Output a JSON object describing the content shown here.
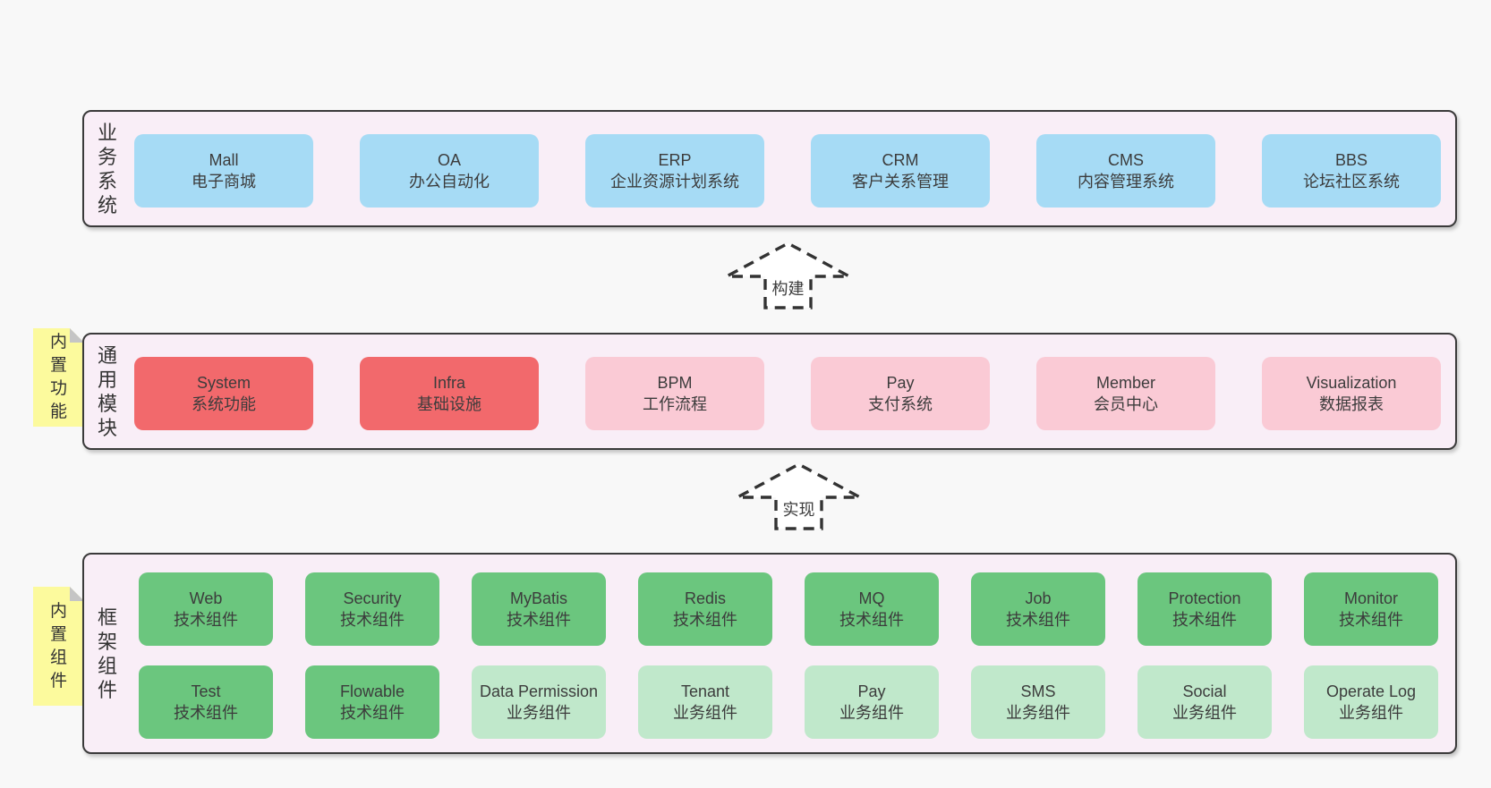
{
  "diagram": {
    "bands": [
      {
        "label": "业务系统",
        "sticky": null,
        "rows": [
          [
            {
              "name": "Mall",
              "desc": "电子商城",
              "variant": "blue"
            },
            {
              "name": "OA",
              "desc": "办公自动化",
              "variant": "blue"
            },
            {
              "name": "ERP",
              "desc": "企业资源计划系统",
              "variant": "blue"
            },
            {
              "name": "CRM",
              "desc": "客户关系管理",
              "variant": "blue"
            },
            {
              "name": "CMS",
              "desc": "内容管理系统",
              "variant": "blue"
            },
            {
              "name": "BBS",
              "desc": "论坛社区系统",
              "variant": "blue"
            }
          ]
        ]
      },
      {
        "label": "通用模块",
        "sticky": "内置功能",
        "rows": [
          [
            {
              "name": "System",
              "desc": "系统功能",
              "variant": "red"
            },
            {
              "name": "Infra",
              "desc": "基础设施",
              "variant": "red"
            },
            {
              "name": "BPM",
              "desc": "工作流程",
              "variant": "pink"
            },
            {
              "name": "Pay",
              "desc": "支付系统",
              "variant": "pink"
            },
            {
              "name": "Member",
              "desc": "会员中心",
              "variant": "pink"
            },
            {
              "name": "Visualization",
              "desc": "数据报表",
              "variant": "pink"
            }
          ]
        ]
      },
      {
        "label": "框架组件",
        "sticky": "内置组件",
        "rows": [
          [
            {
              "name": "Web",
              "desc": "技术组件",
              "variant": "green_dark"
            },
            {
              "name": "Security",
              "desc": "技术组件",
              "variant": "green_dark"
            },
            {
              "name": "MyBatis",
              "desc": "技术组件",
              "variant": "green_dark"
            },
            {
              "name": "Redis",
              "desc": "技术组件",
              "variant": "green_dark"
            },
            {
              "name": "MQ",
              "desc": "技术组件",
              "variant": "green_dark"
            },
            {
              "name": "Job",
              "desc": "技术组件",
              "variant": "green_dark"
            },
            {
              "name": "Protection",
              "desc": "技术组件",
              "variant": "green_dark"
            },
            {
              "name": "Monitor",
              "desc": "技术组件",
              "variant": "green_dark"
            }
          ],
          [
            {
              "name": "Test",
              "desc": "技术组件",
              "variant": "green_dark"
            },
            {
              "name": "Flowable",
              "desc": "技术组件",
              "variant": "green_dark"
            },
            {
              "name": "Data Permission",
              "desc": "业务组件",
              "variant": "green_light"
            },
            {
              "name": "Tenant",
              "desc": "业务组件",
              "variant": "green_light"
            },
            {
              "name": "Pay",
              "desc": "业务组件",
              "variant": "green_light"
            },
            {
              "name": "SMS",
              "desc": "业务组件",
              "variant": "green_light"
            },
            {
              "name": "Social",
              "desc": "业务组件",
              "variant": "green_light"
            },
            {
              "name": "Operate Log",
              "desc": "业务组件",
              "variant": "green_light"
            }
          ]
        ]
      }
    ],
    "arrows": [
      {
        "label": "构建"
      },
      {
        "label": "实现"
      }
    ],
    "colors": {
      "page_bg": "#f8f8f8",
      "band_bg": "#f9eef7",
      "border": "#3a3a3a",
      "blue": "#a6dbf5",
      "red": "#f2696c",
      "pink": "#facad5",
      "green_dark": "#6bc67e",
      "green_light": "#c0e8cb",
      "sticky_bg": "#fcfa9d",
      "fold": "#c5c5c5",
      "arrow": "#333333"
    }
  }
}
